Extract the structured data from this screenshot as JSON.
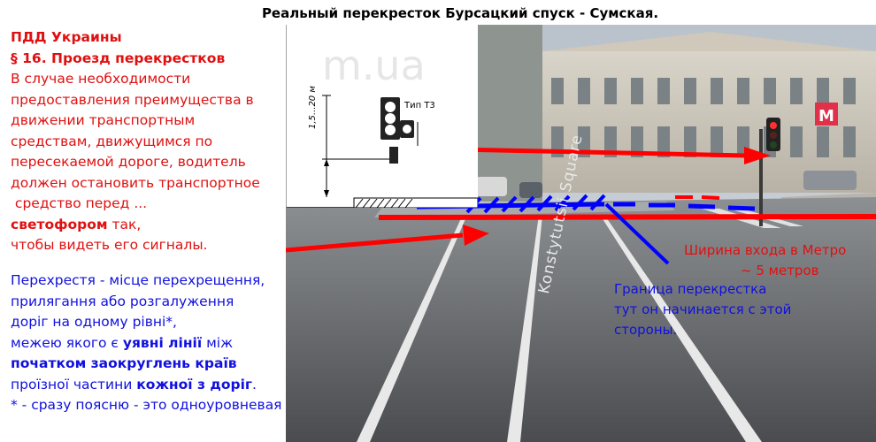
{
  "title": "Реальный перекресток Бурсацкий спуск - Сумская.",
  "rules_ua_pdd": {
    "heading1": "ПДД Украины",
    "heading2": "§ 16. Проезд перекрестков",
    "lines": [
      "В случае необходимости",
      "предоставления преимущества в",
      "движении транспортным",
      "средствам, движущимся по",
      "пересекаемой дороге, водитель",
      "должен остановить транспортное",
      " средство перед ..."
    ],
    "bold_word": "светофором",
    "after_bold": " так,",
    "last_line": "чтобы видеть его сигналы."
  },
  "definition_ua": {
    "line1": "Перехрестя - місце перехрещення,",
    "line2": "прилягання або розгалуження",
    "line3": "доріг на одному рівні*,",
    "line4_pre": "межею якого є ",
    "line4_bold": "уявні лінії",
    "line4_post": " між",
    "line5_bold": "початком заокруглень країв",
    "line6_pre": "проїзної частини ",
    "line6_bold": "кожної з доріг",
    "line6_post": ".",
    "footnote": "* - сразу поясню - это одноуровневая дорога."
  },
  "inset_diagram": {
    "signal_type": "Тип Т3",
    "height_label": "1,5...20 м"
  },
  "annotations": {
    "metro_width_line1": "Ширина входа в Метро",
    "metro_width_line2": "~ 5 метров",
    "boundary_line1": "Граница перекрестка",
    "boundary_line2": "тут он начинается с этой",
    "boundary_line3": "стороны."
  },
  "road_sign_text": "Konstytutsii Square",
  "watermark": "m.ua",
  "colors": {
    "red_text": "#e01010",
    "blue_text": "#1010e0",
    "red_line": "#ff0000",
    "blue_line": "#0000ff"
  }
}
